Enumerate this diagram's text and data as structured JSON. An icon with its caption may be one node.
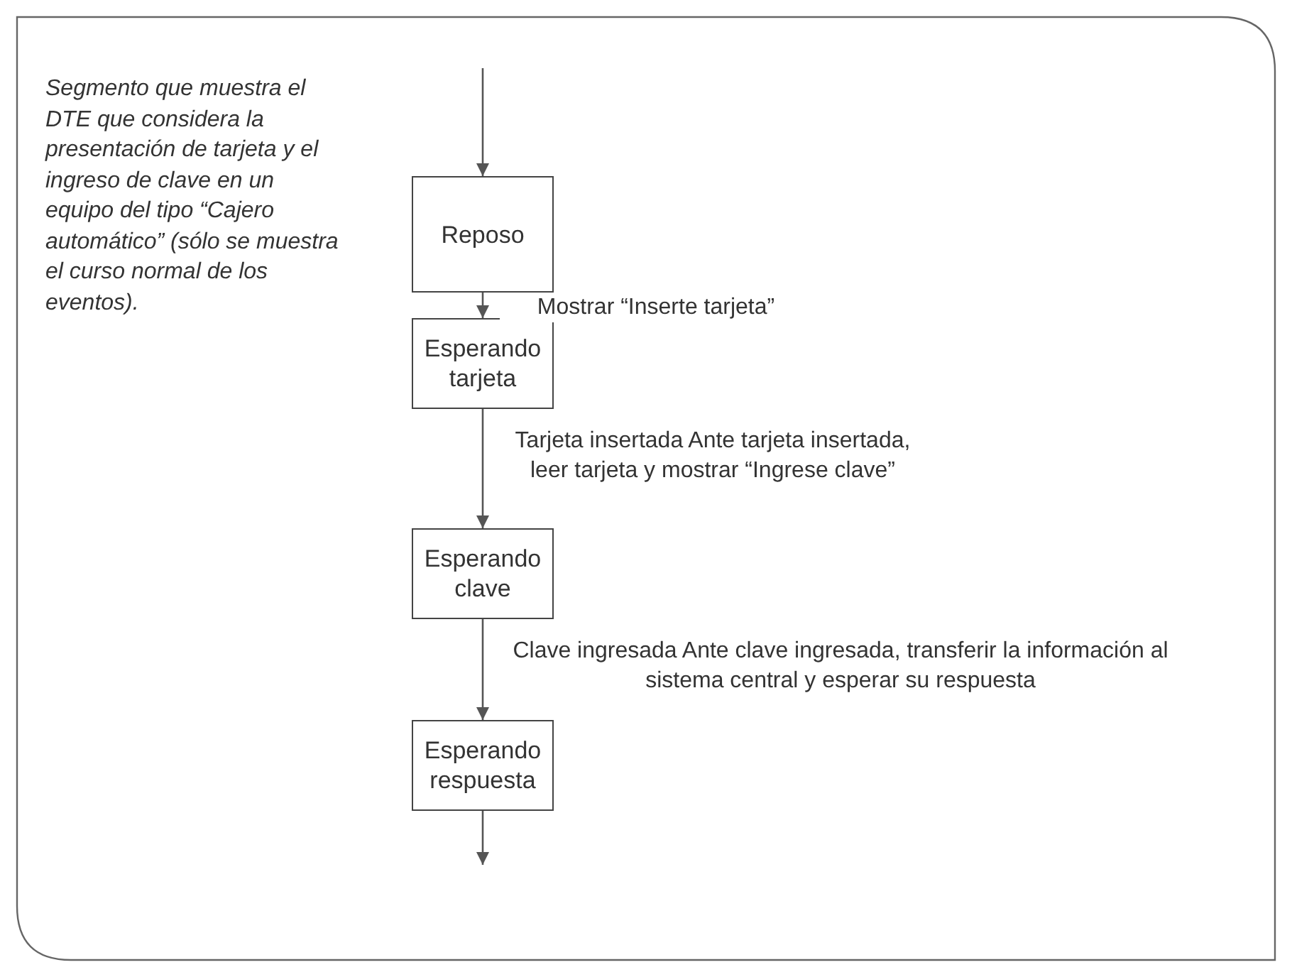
{
  "diagram": {
    "nodes": [
      {
        "text": [
          "Reposo"
        ]
      },
      {
        "text": [
          "Esperando tarjeta"
        ]
      },
      {
        "text": [
          "Esperando clave"
        ]
      },
      {
        "text": [
          "Esperando respuesta"
        ]
      }
    ],
    "edges": [
      {
        "from": null,
        "to": 0,
        "arrow": "to"
      },
      {
        "from": 0,
        "to": 1,
        "arrow": "to",
        "label": "Mostrar “Inserte tarjeta”"
      },
      {
        "from": 1,
        "to": 2,
        "arrow": "to",
        "label": "Tarjeta insertada Ante tarjeta insertada, leer tarjeta y mostrar “Ingrese clave”"
      },
      {
        "from": 2,
        "to": 3,
        "arrow": "to",
        "label": "Clave ingresada Ante clave ingresada, transferir la información al sistema central y esperar su respuesta"
      },
      {
        "from": 3,
        "to": null,
        "arrow": "to"
      }
    ],
    "labels": [
      "Segmento que muestra el DTE que considera la presentación de tarjeta y el ingreso de clave en un equipo del tipo “Cajero automático” (sólo se muestra el curso normal de los eventos)."
    ]
  }
}
